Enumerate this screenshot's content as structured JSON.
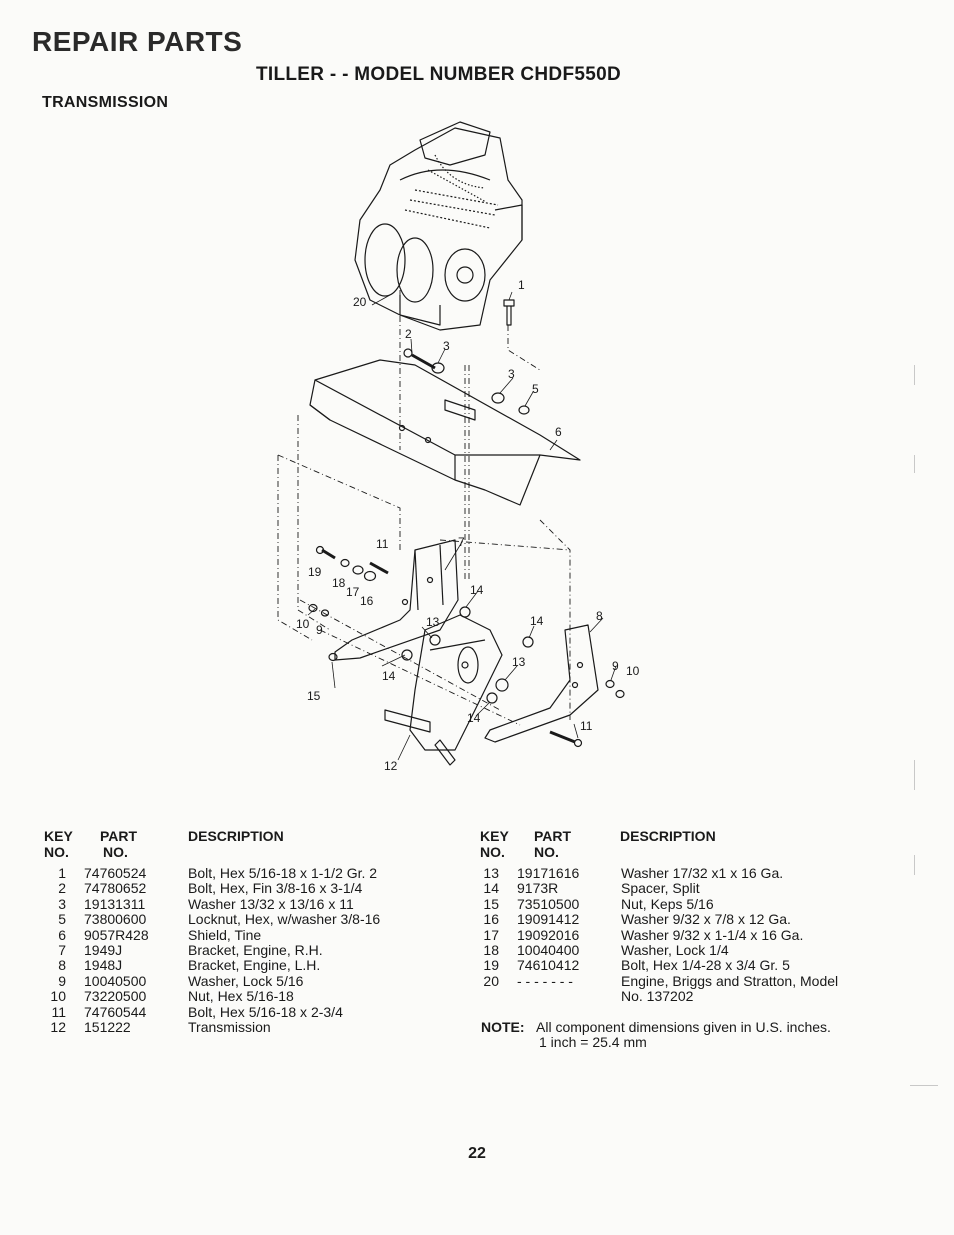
{
  "header": {
    "title": "REPAIR PARTS",
    "subtitle": "TILLER - - MODEL NUMBER CHDF550D",
    "section": "TRANSMISSION"
  },
  "diagram_callouts": {
    "c1": "1",
    "c2": "2",
    "c3a": "3",
    "c3b": "3",
    "c5": "5",
    "c6": "6",
    "c7": "7",
    "c8": "8",
    "c9a": "9",
    "c9b": "9",
    "c10a": "10",
    "c10b": "10",
    "c11a": "11",
    "c11b": "11",
    "c12": "12",
    "c13a": "13",
    "c13b": "13",
    "c14a": "14",
    "c14b": "14",
    "c14c": "14",
    "c14d": "14",
    "c15": "15",
    "c16": "16",
    "c17": "17",
    "c18": "18",
    "c19": "19",
    "c20": "20"
  },
  "table_headers": {
    "key": "KEY",
    "no": "NO.",
    "part": "PART",
    "part_no": "NO.",
    "description": "DESCRIPTION"
  },
  "parts_left": [
    {
      "key": "1",
      "part": "74760524",
      "desc": "Bolt, Hex  5/16-18 x 1-1/2 Gr. 2"
    },
    {
      "key": "2",
      "part": "74780652",
      "desc": "Bolt, Hex, Fin  3/8-16 x 3-1/4"
    },
    {
      "key": "3",
      "part": "19131311",
      "desc": "Washer  13/32 x 13/16 x 11"
    },
    {
      "key": "5",
      "part": "73800600",
      "desc": "Locknut, Hex, w/washer 3/8-16"
    },
    {
      "key": "6",
      "part": "9057R428",
      "desc": "Shield, Tine"
    },
    {
      "key": "7",
      "part": "1949J",
      "desc": "Bracket, Engine, R.H."
    },
    {
      "key": "8",
      "part": "1948J",
      "desc": "Bracket, Engine, L.H."
    },
    {
      "key": "9",
      "part": "10040500",
      "desc": "Washer, Lock  5/16"
    },
    {
      "key": "10",
      "part": "73220500",
      "desc": "Nut, Hex  5/16-18"
    },
    {
      "key": "11",
      "part": "74760544",
      "desc": "Bolt, Hex  5/16-18 x 2-3/4"
    },
    {
      "key": "12",
      "part": "151222",
      "desc": "Transmission"
    }
  ],
  "parts_right": [
    {
      "key": "13",
      "part": "19171616",
      "desc": "Washer 17/32 x1 x 16 Ga."
    },
    {
      "key": "14",
      "part": "9173R",
      "desc": "Spacer, Split"
    },
    {
      "key": "15",
      "part": "73510500",
      "desc": "Nut, Keps  5/16"
    },
    {
      "key": "16",
      "part": "19091412",
      "desc": "Washer  9/32 x 7/8 x 12 Ga."
    },
    {
      "key": "17",
      "part": "19092016",
      "desc": "Washer  9/32 x 1-1/4 x 16 Ga."
    },
    {
      "key": "18",
      "part": "10040400",
      "desc": "Washer, Lock  1/4"
    },
    {
      "key": "19",
      "part": "74610412",
      "desc": "Bolt, Hex  1/4-28 x 3/4 Gr. 5"
    },
    {
      "key": "20",
      "part": "- - - - - - -",
      "desc": "Engine, Briggs and Stratton, Model",
      "desc2": "No. 137202"
    }
  ],
  "note": {
    "label": "NOTE:",
    "line1": "All component dimensions given in U.S. inches.",
    "line2": "1 inch = 25.4 mm"
  },
  "page_number": "22"
}
